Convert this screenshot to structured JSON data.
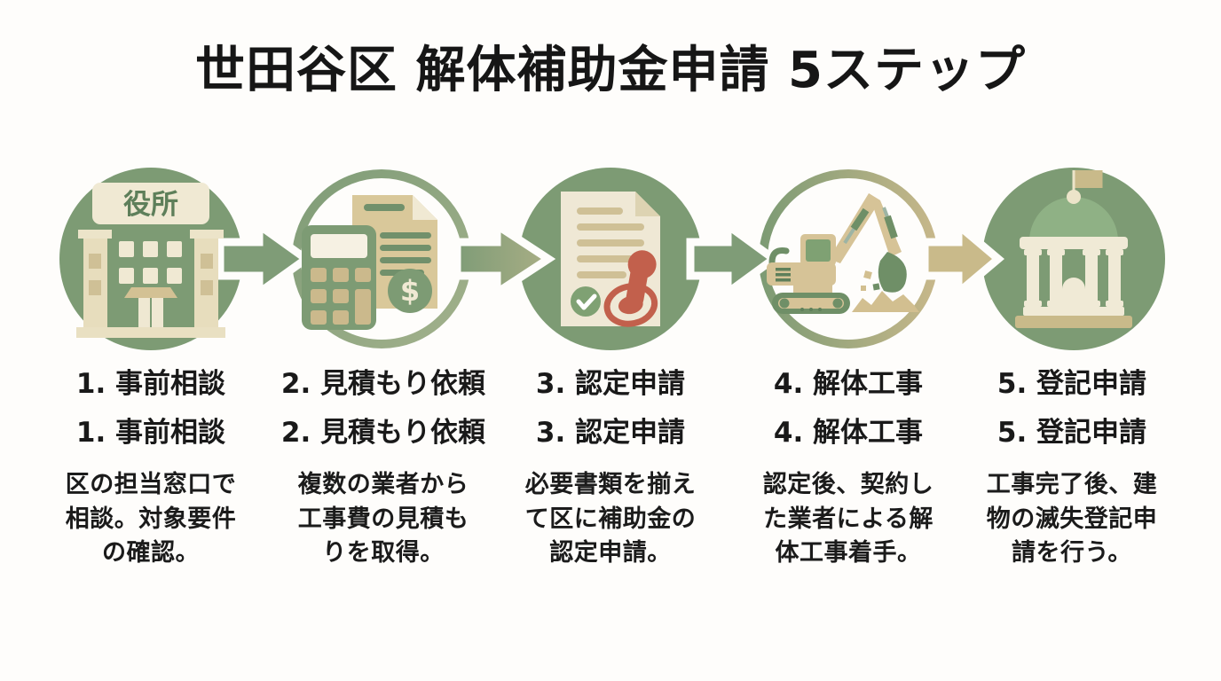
{
  "title": "世田谷区 解体補助金申請 5ステップ",
  "colors": {
    "circle_green": "#7d9b74",
    "light_green": "#8fb185",
    "tan": "#cdbd90",
    "cream": "#f0e9d5",
    "stamp_red": "#c2604c",
    "text": "#171717"
  },
  "steps": [
    {
      "icon": "city-hall-icon",
      "sign_text": "役所",
      "label": "1. 事前相談",
      "label_repeat": "1. 事前相談",
      "description": "区の担当窓口で\n相談。対象要件\nの確認。"
    },
    {
      "icon": "calculator-estimate-icon",
      "currency_symbol": "$",
      "label": "2. 見積もり依頼",
      "label_repeat": "2. 見積もり依頼",
      "description": "複数の業者から\n工事費の見積も\nりを取得。"
    },
    {
      "icon": "approved-document-stamp-icon",
      "label": "3. 認定申請",
      "label_repeat": "3. 認定申請",
      "description": "必要書類を揃え\nて区に補助金の\n認定申請。"
    },
    {
      "icon": "excavator-icon",
      "label": "4. 解体工事",
      "label_repeat": "4. 解体工事",
      "description": "認定後、契約し\nた業者による解\n体工事着手。"
    },
    {
      "icon": "government-building-icon",
      "label": "5. 登記申請",
      "label_repeat": "5. 登記申請",
      "description": "工事完了後、建\n物の滅失登記申\n請を行う。"
    }
  ]
}
